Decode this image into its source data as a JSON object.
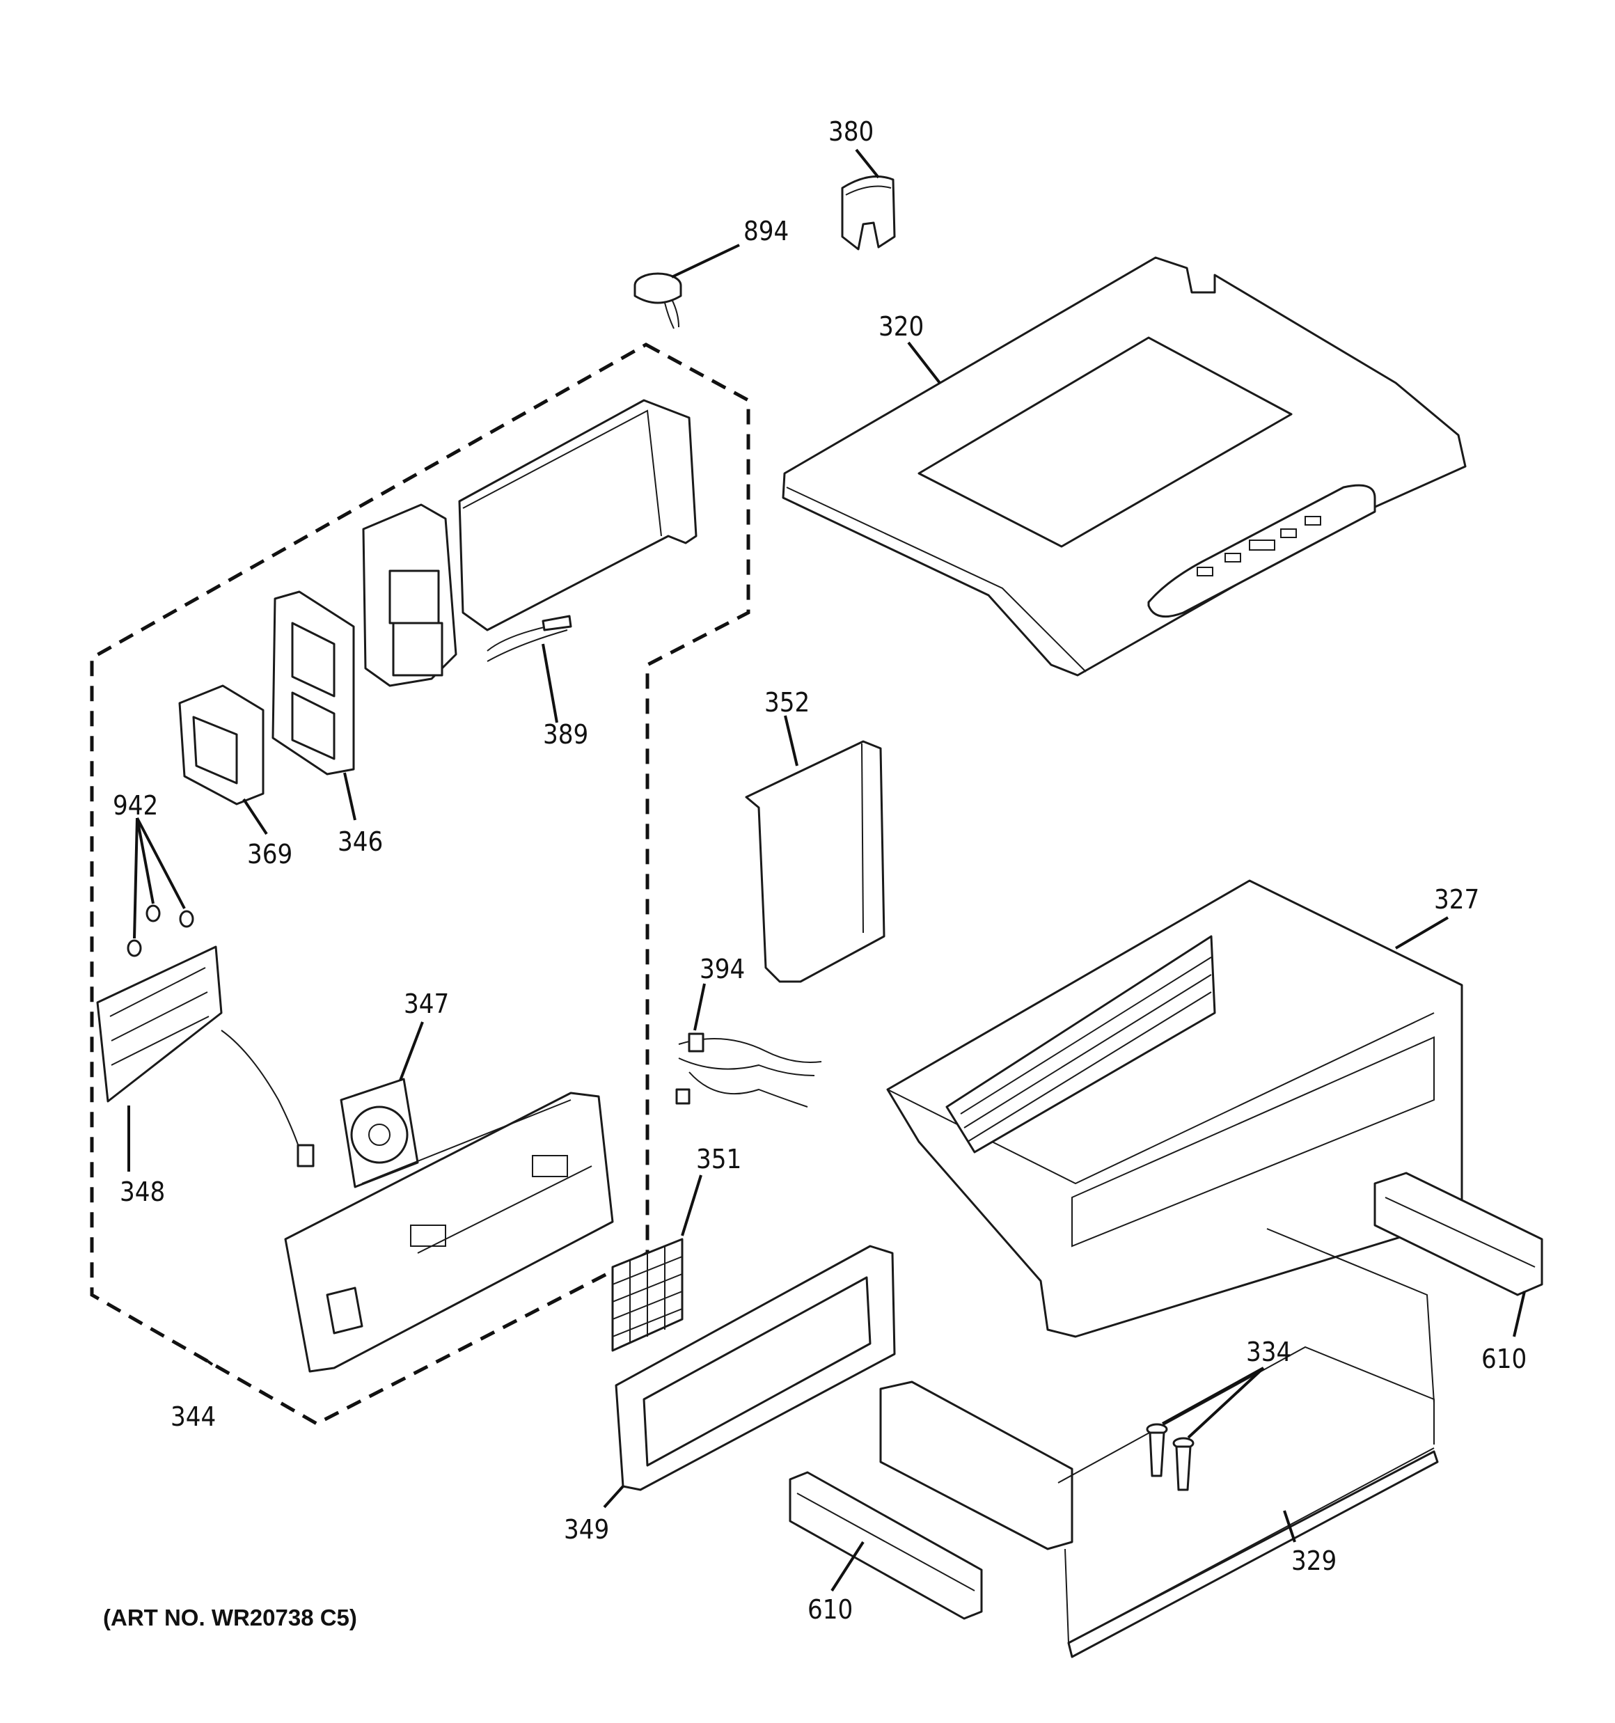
{
  "art_number": "(ART NO. WR20738 C5)",
  "callouts": {
    "c380": "380",
    "c894": "894",
    "c320": "320",
    "c389": "389",
    "c346": "346",
    "c369": "369",
    "c942": "942",
    "c352": "352",
    "c327": "327",
    "c394": "394",
    "c347": "347",
    "c348": "348",
    "c351": "351",
    "c344": "344",
    "c349": "349",
    "c334": "334",
    "c610a": "610",
    "c610b": "610",
    "c329": "329"
  }
}
